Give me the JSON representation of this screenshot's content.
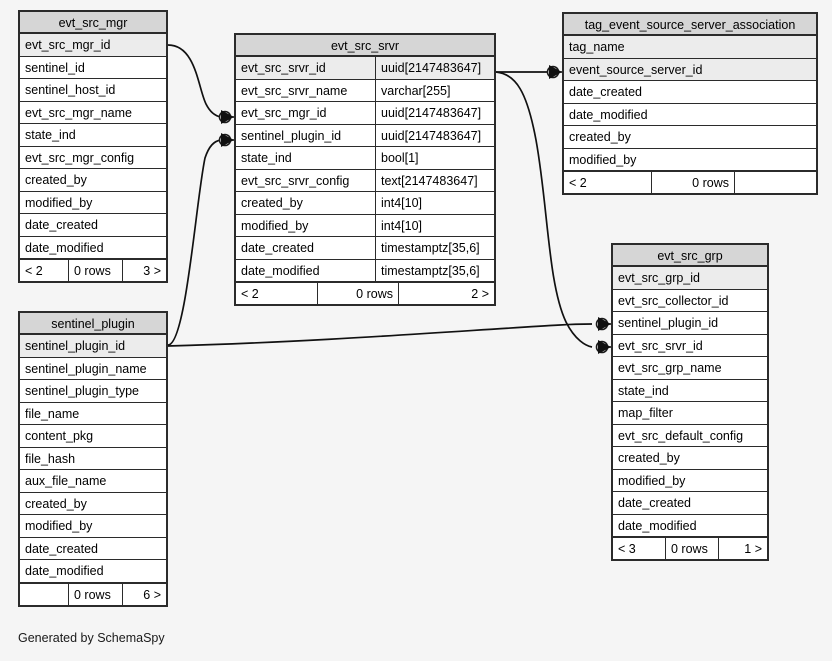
{
  "meta": {
    "footer_note": "Generated by SchemaSpy",
    "background": "#f5f5f5",
    "header_color": "#d6d6d6",
    "key_row_color": "#ececec",
    "border_color": "#2b2b2b"
  },
  "tables": {
    "evt_src_mgr": {
      "title": "evt_src_mgr",
      "columns": [
        {
          "name": "evt_src_mgr_id",
          "key": true
        },
        {
          "name": "sentinel_id",
          "key": false
        },
        {
          "name": "sentinel_host_id",
          "key": false
        },
        {
          "name": "evt_src_mgr_name",
          "key": false
        },
        {
          "name": "state_ind",
          "key": false
        },
        {
          "name": "evt_src_mgr_config",
          "key": false
        },
        {
          "name": "created_by",
          "key": false
        },
        {
          "name": "modified_by",
          "key": false
        },
        {
          "name": "date_created",
          "key": false
        },
        {
          "name": "date_modified",
          "key": false
        }
      ],
      "footer": {
        "left": "< 2",
        "middle": "0 rows",
        "right": "3 >"
      }
    },
    "evt_src_srvr": {
      "title": "evt_src_srvr",
      "columns": [
        {
          "name": "evt_src_srvr_id",
          "type": "uuid[2147483647]",
          "key": true
        },
        {
          "name": "evt_src_srvr_name",
          "type": "varchar[255]",
          "key": false
        },
        {
          "name": "evt_src_mgr_id",
          "type": "uuid[2147483647]",
          "key": false
        },
        {
          "name": "sentinel_plugin_id",
          "type": "uuid[2147483647]",
          "key": false
        },
        {
          "name": "state_ind",
          "type": "bool[1]",
          "key": false
        },
        {
          "name": "evt_src_srvr_config",
          "type": "text[2147483647]",
          "key": false
        },
        {
          "name": "created_by",
          "type": "int4[10]",
          "key": false
        },
        {
          "name": "modified_by",
          "type": "int4[10]",
          "key": false
        },
        {
          "name": "date_created",
          "type": "timestamptz[35,6]",
          "key": false
        },
        {
          "name": "date_modified",
          "type": "timestamptz[35,6]",
          "key": false
        }
      ],
      "footer": {
        "left": "< 2",
        "middle": "0 rows",
        "right": "2 >"
      }
    },
    "tag_event_source_server_association": {
      "title": "tag_event_source_server_association",
      "columns": [
        {
          "name": "tag_name",
          "key": true
        },
        {
          "name": "event_source_server_id",
          "key": true
        },
        {
          "name": "date_created",
          "key": false
        },
        {
          "name": "date_modified",
          "key": false
        },
        {
          "name": "created_by",
          "key": false
        },
        {
          "name": "modified_by",
          "key": false
        }
      ],
      "footer": {
        "left": "< 2",
        "middle": "0 rows",
        "right": ""
      }
    },
    "evt_src_grp": {
      "title": "evt_src_grp",
      "columns": [
        {
          "name": "evt_src_grp_id",
          "key": true
        },
        {
          "name": "evt_src_collector_id",
          "key": false
        },
        {
          "name": "sentinel_plugin_id",
          "key": false
        },
        {
          "name": "evt_src_srvr_id",
          "key": false
        },
        {
          "name": "evt_src_grp_name",
          "key": false
        },
        {
          "name": "state_ind",
          "key": false
        },
        {
          "name": "map_filter",
          "key": false
        },
        {
          "name": "evt_src_default_config",
          "key": false
        },
        {
          "name": "created_by",
          "key": false
        },
        {
          "name": "modified_by",
          "key": false
        },
        {
          "name": "date_created",
          "key": false
        },
        {
          "name": "date_modified",
          "key": false
        }
      ],
      "footer": {
        "left": "< 3",
        "middle": "0 rows",
        "right": "1 >"
      }
    },
    "sentinel_plugin": {
      "title": "sentinel_plugin",
      "columns": [
        {
          "name": "sentinel_plugin_id",
          "key": true
        },
        {
          "name": "sentinel_plugin_name",
          "key": false
        },
        {
          "name": "sentinel_plugin_type",
          "key": false
        },
        {
          "name": "file_name",
          "key": false
        },
        {
          "name": "content_pkg",
          "key": false
        },
        {
          "name": "file_hash",
          "key": false
        },
        {
          "name": "aux_file_name",
          "key": false
        },
        {
          "name": "created_by",
          "key": false
        },
        {
          "name": "modified_by",
          "key": false
        },
        {
          "name": "date_created",
          "key": false
        },
        {
          "name": "date_modified",
          "key": false
        }
      ],
      "footer": {
        "left": "",
        "middle": "0 rows",
        "right": "6 >"
      }
    }
  },
  "relationships": [
    {
      "name": "evt_src_mgr-to-evt_src_srvr",
      "from": "evt_src_mgr.evt_src_mgr_id",
      "to": "evt_src_srvr.evt_src_mgr_id"
    },
    {
      "name": "sentinel_plugin-to-evt_src_srvr",
      "from": "sentinel_plugin.sentinel_plugin_id",
      "to": "evt_src_srvr.sentinel_plugin_id"
    },
    {
      "name": "evt_src_srvr-to-tag_assoc",
      "from": "evt_src_srvr.evt_src_srvr_id",
      "to": "tag_event_source_server_association.event_source_server_id"
    },
    {
      "name": "evt_src_srvr-to-evt_src_grp",
      "from": "evt_src_srvr.evt_src_srvr_id",
      "to": "evt_src_grp.evt_src_srvr_id"
    },
    {
      "name": "sentinel_plugin-to-evt_src_grp",
      "from": "sentinel_plugin.sentinel_plugin_id",
      "to": "evt_src_grp.sentinel_plugin_id"
    }
  ]
}
